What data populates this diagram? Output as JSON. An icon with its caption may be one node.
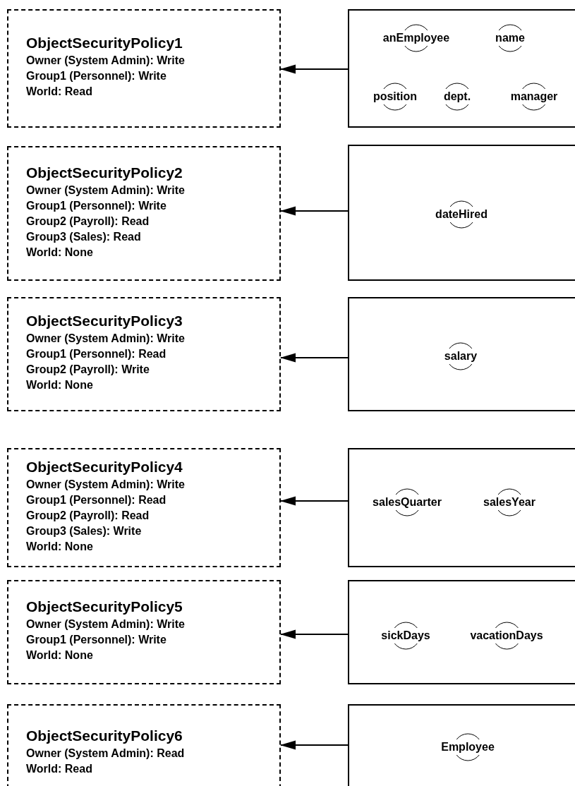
{
  "diagram": {
    "nodes": [
      {
        "text": [
          "ObjectSecurityPolicy1",
          "Owner (System Admin): Write",
          "Group1 (Personnel): Write",
          "World: Read"
        ]
      },
      {
        "text": [],
        "shape": "box"
      },
      {
        "text": [
          "anEmployee"
        ],
        "in": 1
      },
      {
        "text": [
          "name"
        ],
        "in": 1
      },
      {
        "text": [
          "position"
        ],
        "in": 1
      },
      {
        "text": [
          "dept."
        ],
        "in": 1
      },
      {
        "text": [
          "manager"
        ],
        "in": 1
      },
      {
        "text": [
          "ObjectSecurityPolicy2",
          "Owner (System Admin): Write",
          "Group1 (Personnel): Write",
          "Group2 (Payroll): Read",
          "Group3 (Sales): Read",
          "World: None"
        ]
      },
      {
        "text": [],
        "shape": "box"
      },
      {
        "text": [
          "dateHired"
        ],
        "in": 8
      },
      {
        "text": [
          "ObjectSecurityPolicy3",
          "Owner (System Admin): Write",
          "Group1 (Personnel): Read",
          "Group2 (Payroll): Write",
          "World: None"
        ]
      },
      {
        "text": [],
        "shape": "box"
      },
      {
        "text": [
          "salary"
        ],
        "in": 11
      },
      {
        "text": [
          "ObjectSecurityPolicy4",
          "Owner (System Admin): Write",
          "Group1 (Personnel): Read",
          "Group2 (Payroll): Read",
          "Group3 (Sales): Write",
          "World: None"
        ]
      },
      {
        "text": [],
        "shape": "box"
      },
      {
        "text": [
          "salesQuarter"
        ],
        "in": 14
      },
      {
        "text": [
          "salesYear"
        ],
        "in": 14
      },
      {
        "text": [
          "ObjectSecurityPolicy5",
          "Owner (System Admin): Write",
          "Group1 (Personnel): Write",
          "World: None"
        ]
      },
      {
        "text": [],
        "shape": "box"
      },
      {
        "text": [
          "sickDays"
        ],
        "in": 18
      },
      {
        "text": [
          "vacationDays"
        ],
        "in": 18
      },
      {
        "text": [
          "ObjectSecurityPolicy6",
          "Owner (System Admin): Read",
          "World: Read"
        ]
      },
      {
        "text": [],
        "shape": "box"
      },
      {
        "text": [
          "Employee"
        ],
        "in": 22
      }
    ],
    "edges": [
      {
        "from": 1,
        "to": 0,
        "arrow": "to"
      },
      {
        "from": 8,
        "to": 7,
        "arrow": "to"
      },
      {
        "from": 11,
        "to": 10,
        "arrow": "to"
      },
      {
        "from": 14,
        "to": 13,
        "arrow": "to"
      },
      {
        "from": 18,
        "to": 17,
        "arrow": "to"
      },
      {
        "from": 22,
        "to": 21,
        "arrow": "to"
      }
    ]
  }
}
